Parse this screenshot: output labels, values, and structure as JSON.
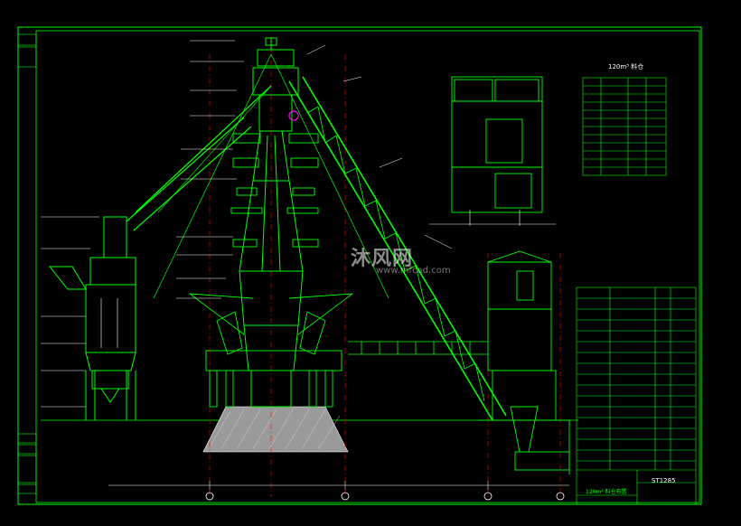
{
  "drawing": {
    "watermark_main": "沐风网",
    "watermark_url": "www.mfcad.com",
    "table_heading": "120m³ 料仓",
    "titleblock_code": "ST1285",
    "titleblock_title": "120m³ 料仓布置"
  },
  "colors": {
    "background": "#000000",
    "frame": "#00ff00",
    "structure": "#00ff00",
    "annotation": "#ffffff",
    "centerline": "#ff0000",
    "foundation": "#d0d0d0",
    "accent": "#ff00ff"
  }
}
